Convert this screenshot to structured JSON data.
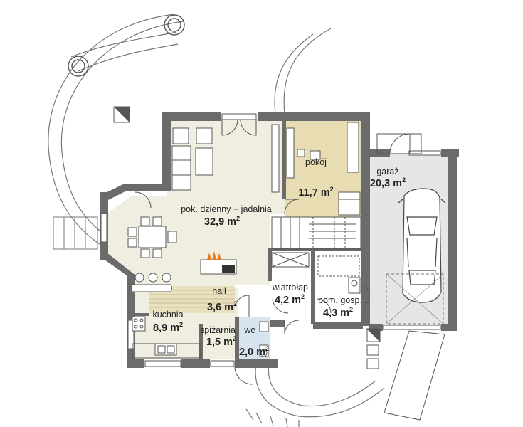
{
  "rooms": [
    {
      "id": "living",
      "name": "pok. dzienny + jadalnia",
      "area": "32,9 m",
      "sup": "2"
    },
    {
      "id": "room",
      "name": "pokój",
      "area": "11,7 m",
      "sup": "2"
    },
    {
      "id": "garage",
      "name": "garaż",
      "area": "20,3 m",
      "sup": "2"
    },
    {
      "id": "hall",
      "name": "hall",
      "area": "3,6 m",
      "sup": "2"
    },
    {
      "id": "vestibule",
      "name": "wiatrołap",
      "area": "4,2 m",
      "sup": "2"
    },
    {
      "id": "utility",
      "name": "pom. gosp.",
      "area": "4,3 m",
      "sup": "2"
    },
    {
      "id": "kitchen",
      "name": "kuchnia",
      "area": "8,9 m",
      "sup": "2"
    },
    {
      "id": "pantry",
      "name": "spiżarnia",
      "area": "1,5 m",
      "sup": "2"
    },
    {
      "id": "wc",
      "name": "wc",
      "area": "2,0 m",
      "sup": "2"
    }
  ],
  "colors": {
    "wall": "#6b6b6b",
    "floor": "#efeee0",
    "room_highlight": "#e8dcb2",
    "garage": "#e6e6e6",
    "wc": "#d7e3ee",
    "stairs": "#e9e0c0",
    "line": "#555555"
  }
}
